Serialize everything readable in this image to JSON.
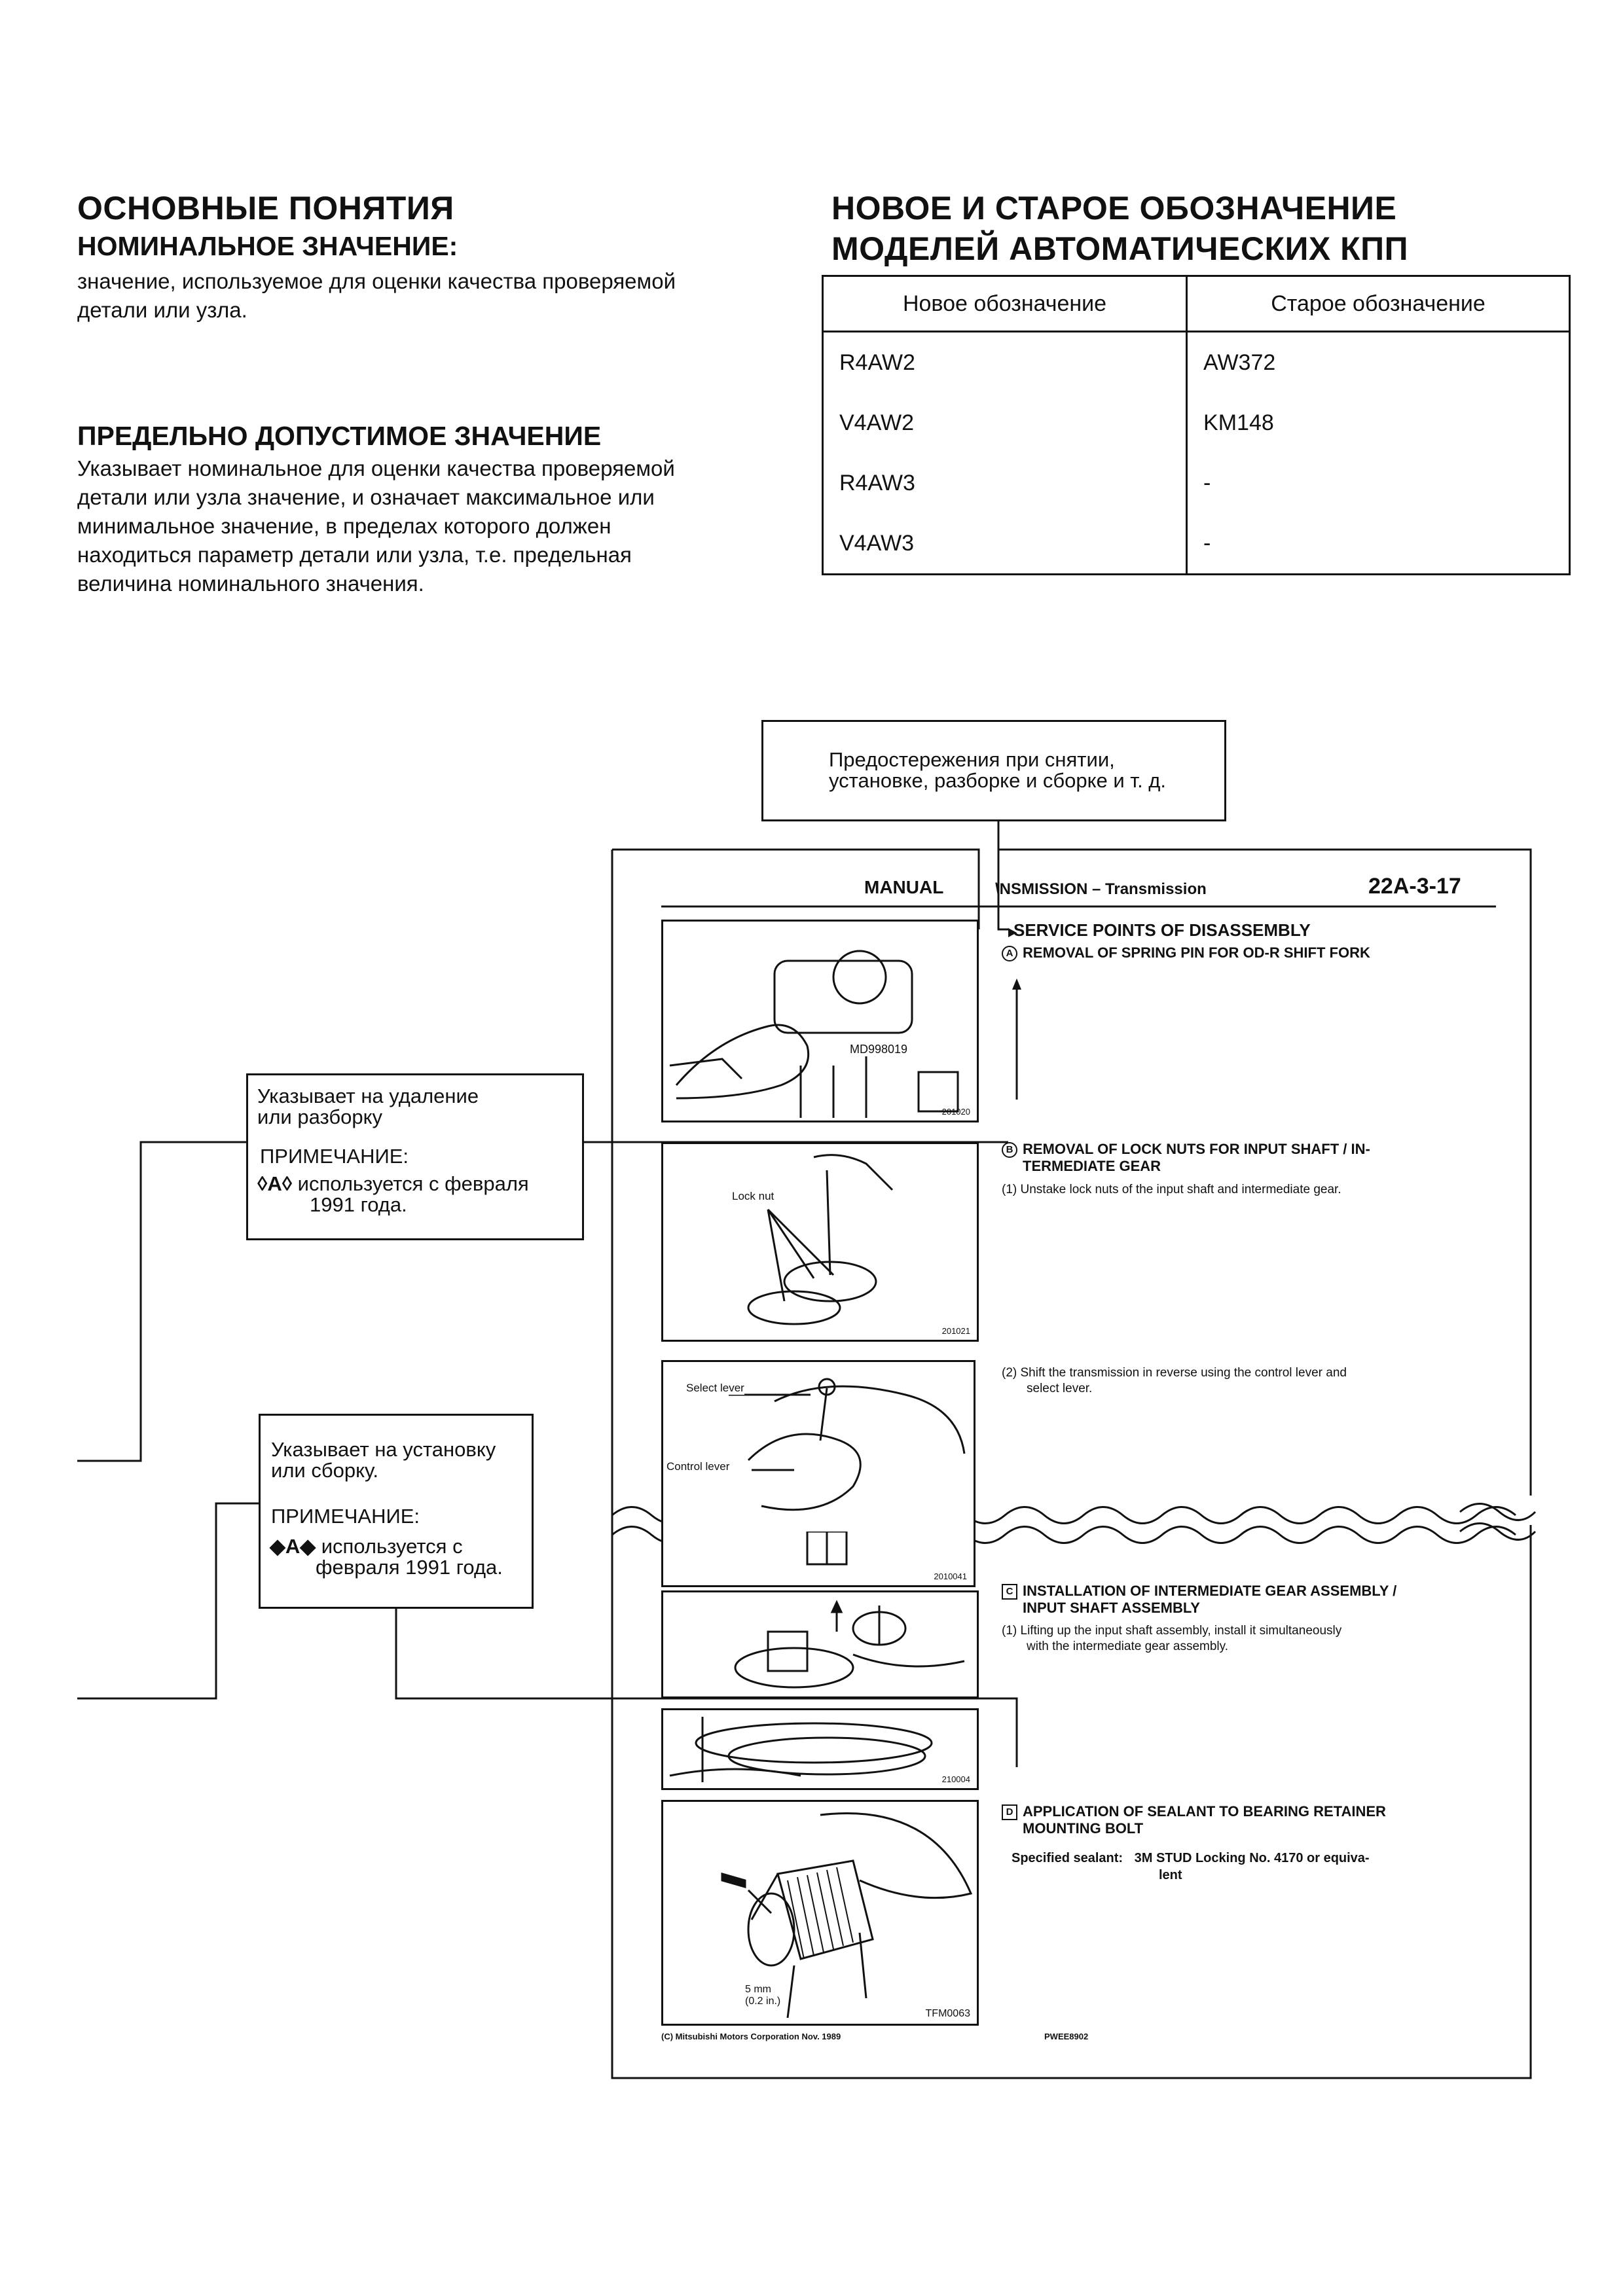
{
  "left_section": {
    "title": "ОСНОВНЫЕ ПОНЯТИЯ",
    "nominal_heading": "НОМИНАЛЬНОЕ ЗНАЧЕНИЕ:",
    "nominal_text_1": "значение, используемое для оценки качества проверяемой",
    "nominal_text_2": "детали или узла.",
    "limit_heading": "ПРЕДЕЛЬНО ДОПУСТИМОЕ ЗНАЧЕНИЕ",
    "limit_text_1": "Указывает номинальное для оценки качества проверяемой",
    "limit_text_2": "детали или узла значение, и означает максимальное или",
    "limit_text_3": "минимальное значение, в пределах которого должен",
    "limit_text_4": "находиться параметр детали или узла, т.е. предельная",
    "limit_text_5": "величина номинального значения."
  },
  "right_section": {
    "title_1": "НОВОЕ И СТАРОЕ ОБОЗНАЧЕНИЕ",
    "title_2": "МОДЕЛЕЙ АВТОМАТИЧЕСКИХ КПП",
    "table": {
      "headers": [
        "Новое обозначение",
        "Старое обозначение"
      ],
      "rows": [
        [
          "R4AW2",
          "AW372"
        ],
        [
          "V4AW2",
          "KM148"
        ],
        [
          "R4AW3",
          "-"
        ],
        [
          "V4AW3",
          "-"
        ]
      ]
    }
  },
  "callouts": {
    "precautions_1": "Предостережения при снятии,",
    "precautions_2": "установке, разборке и сборке и т. д.",
    "removal_1": "Указывает на удаление",
    "removal_2": "или разборку",
    "removal_note_label": "ПРИМЕЧАНИЕ:",
    "removal_symbol": "◊A◊",
    "removal_note_1": "используется с февраля",
    "removal_note_2": "1991 года.",
    "install_1": "Указывает на установку",
    "install_2": "или сборку.",
    "install_note_label": "ПРИМЕЧАНИЕ:",
    "install_symbol": "◆A◆",
    "install_note_1": "используется с",
    "install_note_2": "февраля 1991 года."
  },
  "manual_page": {
    "header_left": "MANUAL",
    "header_mid": "\\NSMISSION – Transmission",
    "header_right": "22A-3-17",
    "service_points_title": "SERVICE POINTS OF DISASSEMBLY",
    "badges": [
      "A",
      "B",
      "C",
      "D"
    ],
    "step_a": "REMOVAL OF SPRING PIN FOR OD-R SHIFT FORK",
    "step_b_1": "REMOVAL OF LOCK NUTS FOR INPUT SHAFT / IN-",
    "step_b_2": "TERMEDIATE GEAR",
    "step_b_item1": "(1)  Unstake lock nuts of the input shaft and intermediate gear.",
    "step_b_item2_1": "(2)  Shift the transmission in reverse using the control lever and",
    "step_b_item2_2": "select  lever.",
    "step_c_1": "INSTALLATION OF INTERMEDIATE GEAR ASSEMBLY /",
    "step_c_2": "INPUT SHAFT ASSEMBLY",
    "step_c_item1_1": "(1)  Lifting up the input shaft assembly, install it simultaneously",
    "step_c_item1_2": "with  the  intermediate  gear  assembly.",
    "step_d_1": "APPLICATION OF SEALANT TO BEARING RETAINER",
    "step_d_2": "MOUNTING BOLT",
    "sealant_label": "Specified sealant:",
    "sealant_value_1": "3M STUD Locking No. 4170 or equiva-",
    "sealant_value_2": "lent",
    "fig1_tool": "MD998019",
    "fig1_code": "201020",
    "fig2_label": "Lock nut",
    "fig2_code": "201021",
    "fig3_label1": "Select lever",
    "fig3_label2": "Control lever",
    "fig3_code": "2010041",
    "fig5_code": "210004",
    "fig6_dim_1": "5 mm",
    "fig6_dim_2": "(0.2 in.)",
    "fig6_code": "TFM0063",
    "footer_left": "(C) Mitsubishi Motors Corporation   Nov. 1989",
    "footer_right": "PWEE8902"
  }
}
